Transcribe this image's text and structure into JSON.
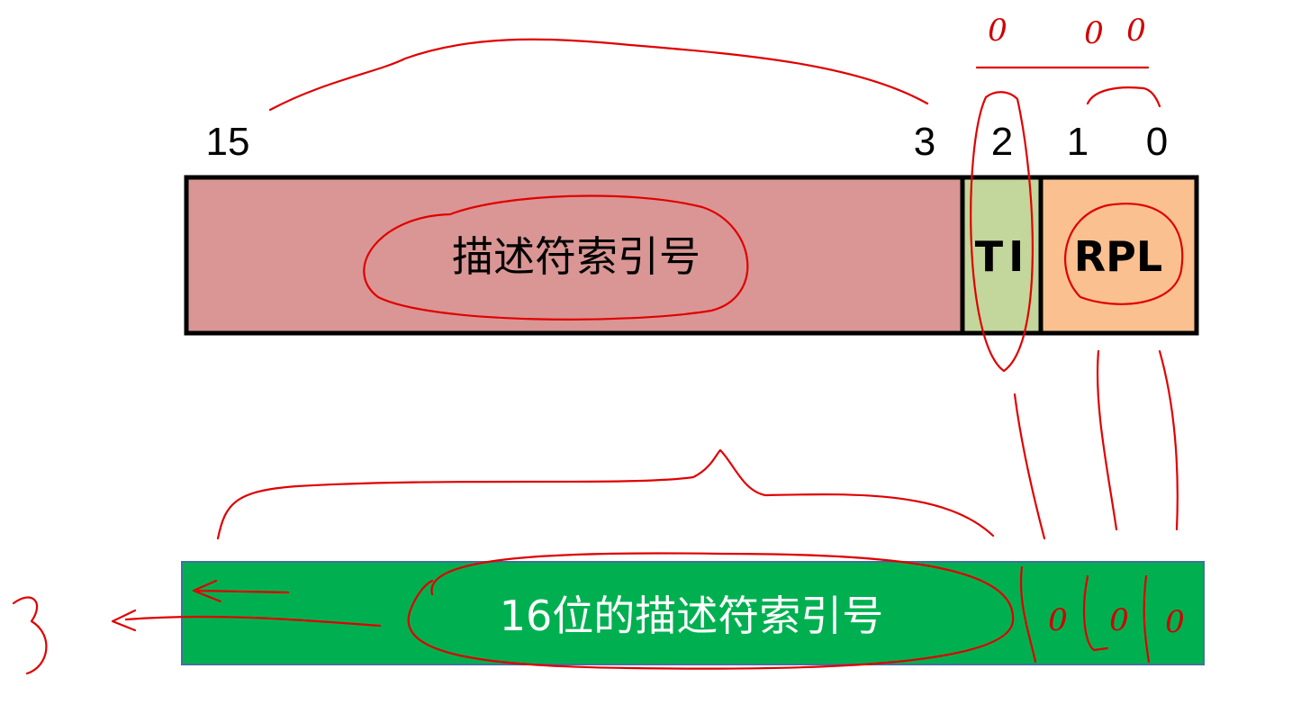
{
  "selector": {
    "bit_labels": [
      "15",
      "3",
      "2",
      "1",
      "0"
    ],
    "fields": {
      "index": {
        "label": "描述符索引号",
        "color": "#d99694"
      },
      "ti": {
        "label": "TI",
        "color": "#c3d69b"
      },
      "rpl": {
        "label": "RPL",
        "color": "#fac090"
      }
    }
  },
  "bottom_bar": {
    "label": "16位的描述符索引号",
    "color": "#00b050",
    "border": "#41719c"
  },
  "annotations": {
    "top_digits": [
      "0",
      "0",
      "0"
    ],
    "bar_digits": [
      "0",
      "0",
      "0"
    ],
    "ink_color": "#e00000"
  }
}
